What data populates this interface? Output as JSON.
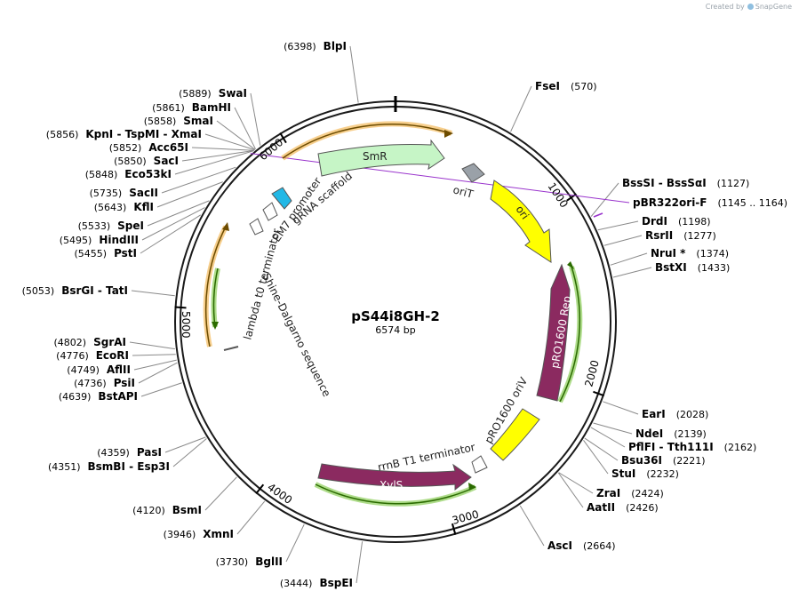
{
  "credit": {
    "prefix": "Created by",
    "brand": "SnapGene"
  },
  "plasmid": {
    "name": "pS44i8GH-2",
    "size_label": "6574 bp",
    "total_bp": 6574
  },
  "ticks": [
    {
      "label": "1000",
      "bp": 1000
    },
    {
      "label": "2000",
      "bp": 2000
    },
    {
      "label": "3000",
      "bp": 3000
    },
    {
      "label": "4000",
      "bp": 4000
    },
    {
      "label": "5000",
      "bp": 5000
    },
    {
      "label": "6000",
      "bp": 6000
    }
  ],
  "right_enzymes": [
    {
      "name": "FseI",
      "pos": "(570)"
    },
    {
      "name": "BssSI  -  BssSαI",
      "pos": "(1127)"
    },
    {
      "name": "pBR322ori-F",
      "pos": "(1145 .. 1164)",
      "primer": true
    },
    {
      "name": "DrdI",
      "pos": "(1198)"
    },
    {
      "name": "RsrII",
      "pos": "(1277)"
    },
    {
      "name": "NruI *",
      "pos": "(1374)"
    },
    {
      "name": "BstXI",
      "pos": "(1433)"
    },
    {
      "name": "EarI",
      "pos": "(2028)"
    },
    {
      "name": "NdeI",
      "pos": "(2139)"
    },
    {
      "name": "PflFI  -  Tth111I",
      "pos": "(2162)"
    },
    {
      "name": "Bsu36I",
      "pos": "(2221)"
    },
    {
      "name": "StuI",
      "pos": "(2232)"
    },
    {
      "name": "ZraI",
      "pos": "(2424)"
    },
    {
      "name": "AatII",
      "pos": "(2426)"
    },
    {
      "name": "AscI",
      "pos": "(2664)"
    }
  ],
  "left_enzymes": [
    {
      "name": "BlpI",
      "pos": "(6398)"
    },
    {
      "name": "SwaI",
      "pos": "(5889)"
    },
    {
      "name": "BamHI",
      "pos": "(5861)"
    },
    {
      "name": "SmaI",
      "pos": "(5858)"
    },
    {
      "name": "KpnI  -  TspMI  -  XmaI",
      "pos": "(5856)"
    },
    {
      "name": "Acc65I",
      "pos": "(5852)"
    },
    {
      "name": "SacI",
      "pos": "(5850)"
    },
    {
      "name": "Eco53kI",
      "pos": "(5848)"
    },
    {
      "name": "SacII",
      "pos": "(5735)"
    },
    {
      "name": "KflI",
      "pos": "(5643)"
    },
    {
      "name": "SpeI",
      "pos": "(5533)"
    },
    {
      "name": "HindIII",
      "pos": "(5495)"
    },
    {
      "name": "PstI",
      "pos": "(5455)"
    },
    {
      "name": "BsrGI  -  TatI",
      "pos": "(5053)"
    },
    {
      "name": "SgrAI",
      "pos": "(4802)"
    },
    {
      "name": "EcoRI",
      "pos": "(4776)"
    },
    {
      "name": "AflII",
      "pos": "(4749)"
    },
    {
      "name": "PsiI",
      "pos": "(4736)"
    },
    {
      "name": "BstAPI",
      "pos": "(4639)"
    },
    {
      "name": "PasI",
      "pos": "(4359)"
    },
    {
      "name": "BsmBI  -  Esp3I",
      "pos": "(4351)"
    },
    {
      "name": "BsmI",
      "pos": "(4120)"
    },
    {
      "name": "XmnI",
      "pos": "(3946)"
    },
    {
      "name": "BglII",
      "pos": "(3730)"
    },
    {
      "name": "BspEI",
      "pos": "(3444)"
    }
  ],
  "features": [
    {
      "label": "SmR",
      "color": "#c6f5c6"
    },
    {
      "label": "oriT",
      "color": "#9aa1a8"
    },
    {
      "label": "ori",
      "color": "#ffff00"
    },
    {
      "label": "pRO1600 Rep",
      "color": "#8b2a60"
    },
    {
      "label": "pRO1600 oriV",
      "color": "#ffff00"
    },
    {
      "label": "rrnB T1 terminator",
      "color": "#ffffff"
    },
    {
      "label": "XylS",
      "color": "#8b2a60"
    },
    {
      "label": "Shine-Dalgarno sequence",
      "color": "#ffffff"
    },
    {
      "label": "lambda t0 terminator",
      "color": "#ffffff"
    },
    {
      "label": "EM7 promoter",
      "color": "#ffffff"
    },
    {
      "label": "gRNA scaffold",
      "color": "#22b8e6"
    }
  ],
  "colors": {
    "backbone": "#1a1a1a",
    "orf_green": "#6cbf2a",
    "orf_orange": "#f0a830",
    "primer": "#9933cc"
  }
}
